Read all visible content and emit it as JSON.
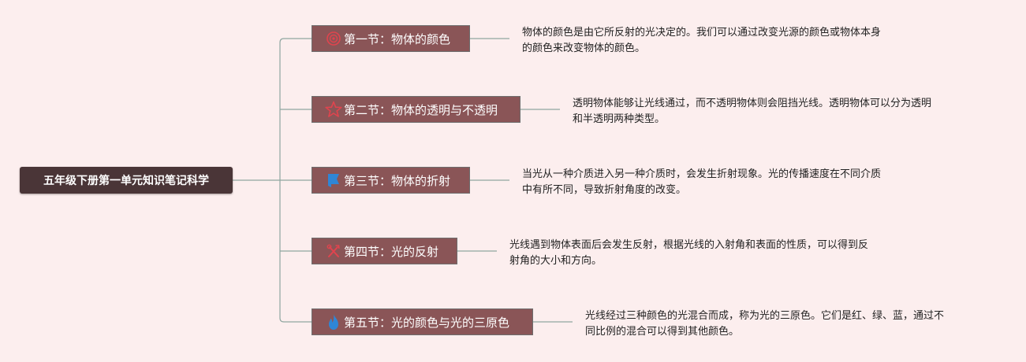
{
  "root": {
    "label": "五年级下册第一单元知识笔记科学"
  },
  "sections": [
    {
      "label": "第一节：物体的颜色",
      "icon": "target-icon",
      "text": [
        "物体的颜色是由它所反射的光决定的。我们可以通过改变光源的颜色或物体本身",
        "的颜色来改变物体的颜色。"
      ]
    },
    {
      "label": "第二节：物体的透明与不透明",
      "icon": "star-icon",
      "text": [
        "透明物体能够让光线通过，而不透明物体则会阻挡光线。透明物体可以分为透明",
        "和半透明两种类型。"
      ]
    },
    {
      "label": "第三节：物体的折射",
      "icon": "flag-icon",
      "text": [
        "当光从一种介质进入另一种介质时，会发生折射现象。光的传播速度在不同介质",
        "中有所不同，导致折射角度的改变。"
      ]
    },
    {
      "label": "第四节：光的反射",
      "icon": "tools-icon",
      "text": [
        "光线遇到物体表面后会发生反射，根据光线的入射角和表面的性质，可以得到反",
        "射角的大小和方向。"
      ]
    },
    {
      "label": "第五节：光的颜色与光的三原色",
      "icon": "flame-icon",
      "text": [
        "光线经过三种颜色的光混合而成，称为光的三原色。它们是红、绿、蓝，通过不",
        "同比例的混合可以得到其他颜色。"
      ]
    }
  ],
  "colors": {
    "background": "#fceeee",
    "root_fill": "#4a3537",
    "node_fill": "#8a5557",
    "connector": "#8fa6a0",
    "icon_red": "#e0444e",
    "icon_blue": "#2f86d6"
  }
}
